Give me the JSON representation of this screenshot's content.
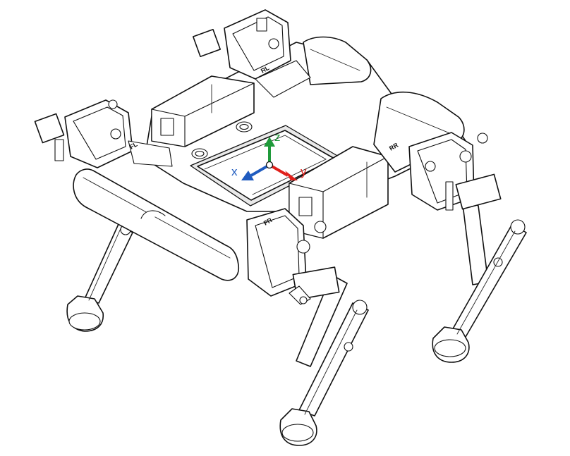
{
  "axes": {
    "x": {
      "label": "x",
      "color": "#1f5bbf"
    },
    "y": {
      "label": "y",
      "color": "#e0201b"
    },
    "z": {
      "label": "z",
      "color": "#1f9a3a"
    }
  },
  "legs": {
    "front_left": "FL",
    "front_right": "FR",
    "rear_left": "RL",
    "rear_right": "RR"
  }
}
